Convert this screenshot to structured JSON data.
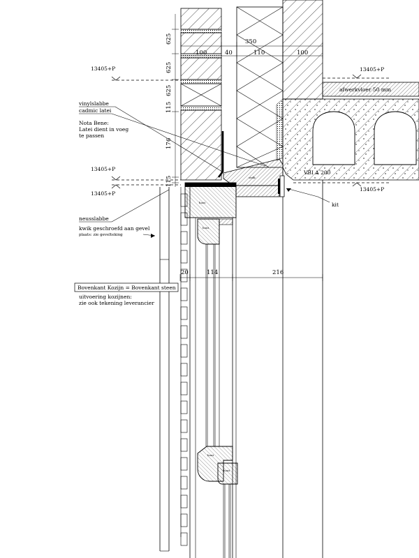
{
  "dimensions": {
    "d625_a": "625",
    "d625_b": "625",
    "d625_c": "625",
    "d115": "115",
    "d176": "176",
    "d115_b": "115",
    "d350": "350",
    "d100_left": "100",
    "d40": "40",
    "d110": "110",
    "d100_right": "100",
    "d20": "20",
    "d114": "114",
    "d216": "216"
  },
  "levels": {
    "l1": "13405+P",
    "l2": "13405+P",
    "l3": "13405+P",
    "l4": "13405+P",
    "l5": "13405+P"
  },
  "labels": {
    "vinylslabbe": "vinylslabbe",
    "cadmic_latei": "cadmic latei",
    "nota_bene_1": "Nota Bene:",
    "nota_bene_2": "Latei dient in voeg",
    "nota_bene_3": "te passen",
    "neusslabbe": "neusslabbe",
    "kwik_1": "kwik geschroefd aan gevel",
    "kwik_2": "plaats: zie gevelteking",
    "bovenkant": "Bovenkant Kozijn = Bovenkant steen",
    "uitvoering_1": "uitvoering kozijnen:",
    "uitvoering_2": "zie ook tekening leverancier",
    "afwerkvloer": "afwerkvloer 50 mm",
    "vbia": "VBI A 200",
    "kit": "kit",
    "stelkozijn": "stelk",
    "dorpel": "hout",
    "profiel_1": "hout",
    "profiel_2": "hout",
    "profiel_3": "hout"
  }
}
